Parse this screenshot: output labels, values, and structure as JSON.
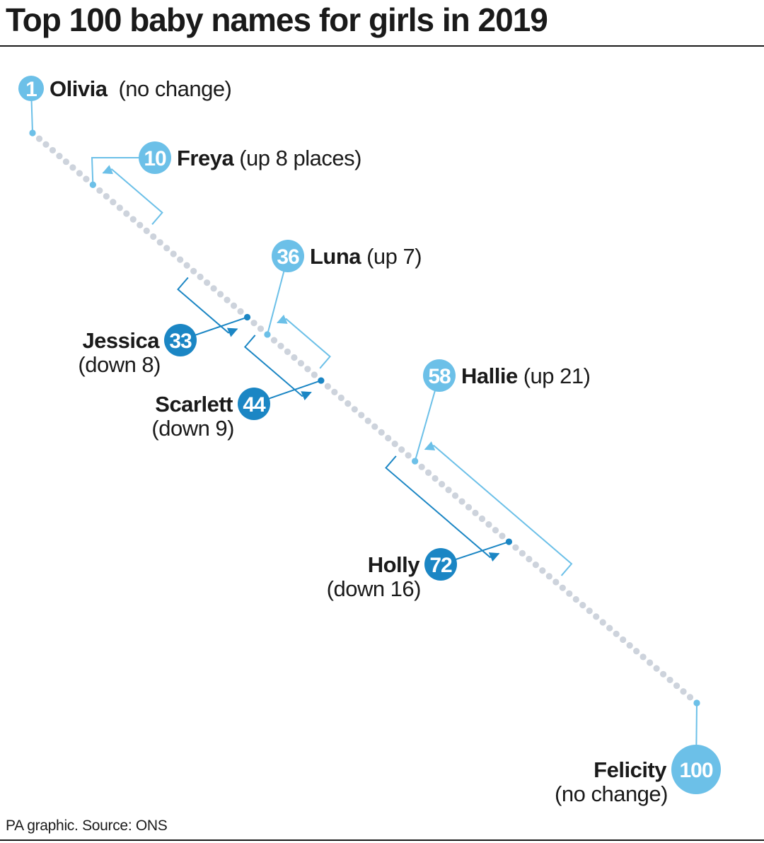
{
  "title": "Top 100 baby names for girls in 2019",
  "source": "PA graphic. Source: ONS",
  "colors": {
    "up": "#6cc0e8",
    "down": "#1b86c4",
    "dots": "#cdd3dc",
    "text": "#1a1a1a"
  },
  "chart_data": {
    "type": "diagram",
    "ranks": {
      "min": 1,
      "max": 100
    },
    "names": [
      {
        "name": "Olivia",
        "rank": 1,
        "previous_rank": 1,
        "change": "(no change)",
        "direction": "same"
      },
      {
        "name": "Freya",
        "rank": 10,
        "previous_rank": 18,
        "change": "(up 8 places)",
        "direction": "up"
      },
      {
        "name": "Jessica",
        "rank": 33,
        "previous_rank": 25,
        "change": "(down 8)",
        "direction": "down"
      },
      {
        "name": "Luna",
        "rank": 36,
        "previous_rank": 43,
        "change": "(up 7)",
        "direction": "up"
      },
      {
        "name": "Scarlett",
        "rank": 44,
        "previous_rank": 35,
        "change": "(down 9)",
        "direction": "down"
      },
      {
        "name": "Hallie",
        "rank": 58,
        "previous_rank": 79,
        "change": "(up 21)",
        "direction": "up"
      },
      {
        "name": "Holly",
        "rank": 72,
        "previous_rank": 56,
        "change": "(down 16)",
        "direction": "down"
      },
      {
        "name": "Felicity",
        "rank": 100,
        "previous_rank": 100,
        "change": "(no change)",
        "direction": "same"
      }
    ]
  }
}
